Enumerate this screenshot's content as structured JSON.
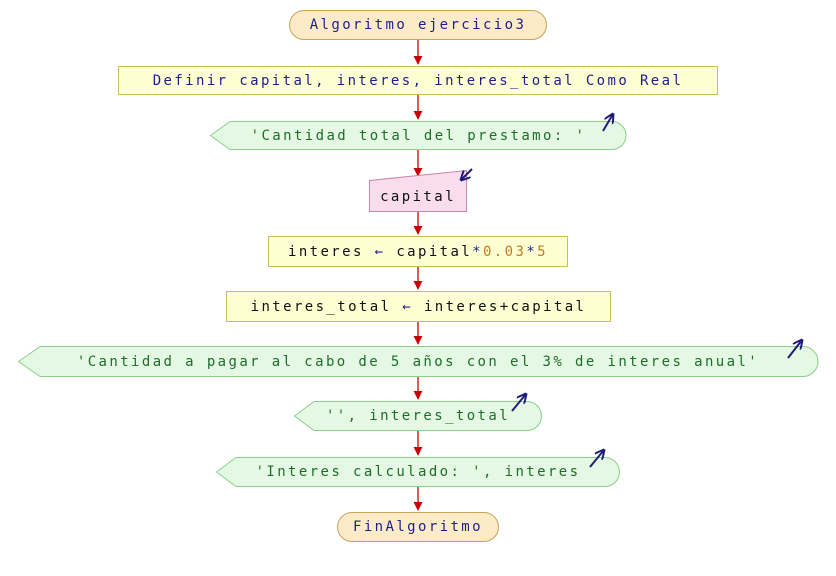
{
  "colors": {
    "arrow": "#c80000",
    "terminal_fill": "#fdebc8",
    "process_fill": "#ffffd4",
    "output_fill": "#e4f8e4",
    "input_fill": "#fadcef",
    "io_indicator": "#1e1e78"
  },
  "nodes": {
    "start": "Algoritmo ejercicio3",
    "define": "Definir capital, interes, interes_total Como Real",
    "out1": "'Cantidad total del prestamo: '",
    "input": "capital",
    "assign1": {
      "target": "interes",
      "arrow": "←",
      "expr_var": "capital",
      "op1": "*",
      "num1": "0.03",
      "op2": "*",
      "num2": "5"
    },
    "assign2": {
      "target": "interes_total",
      "arrow": "←",
      "expr": "interes+capital"
    },
    "out2": "'Cantidad a pagar al cabo de 5 años con el 3% de interes anual'",
    "out3": "'', interes_total",
    "out4": "'Interes calculado: ', interes",
    "end": "FinAlgoritmo"
  }
}
